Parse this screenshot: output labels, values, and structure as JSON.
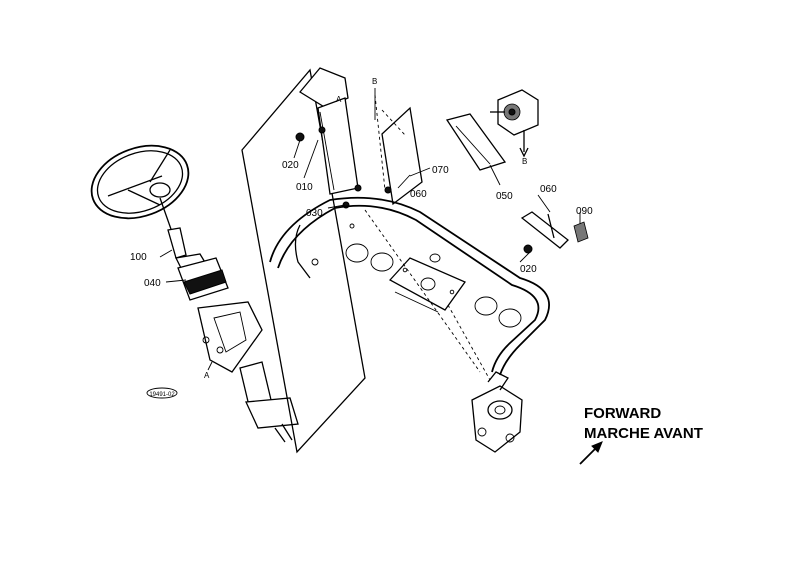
{
  "labels": {
    "p010": "010",
    "p020_top": "020",
    "p020_right": "020",
    "p030": "030",
    "p040": "040",
    "p050": "050",
    "p060_mid": "060",
    "p060_right": "060",
    "p070": "070",
    "p090": "090",
    "p100": "100"
  },
  "view_markers": {
    "a_top": "A",
    "a_lower": "A",
    "b_top": "B",
    "b_right": "B"
  },
  "drawing_ref": "19491-02",
  "direction": {
    "line1": "FORWARD",
    "line2": "MARCHE AVANT"
  },
  "icons": [
    "forward-arrow-icon"
  ]
}
